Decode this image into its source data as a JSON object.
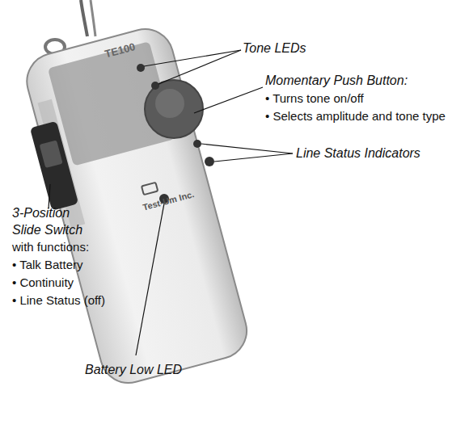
{
  "diagram": {
    "labels": [
      "Tone LEDs",
      "Momentary Push Button:",
      "• Turns tone on/off",
      "• Selects amplitude and tone type",
      "Line Status Indicators",
      "3-Position Slide Switch",
      "with functions:",
      "• Talk Battery",
      "• Continuity",
      "• Line Status (off)",
      "Battery Low LED",
      "TE100",
      "Test-Um Inc."
    ]
  }
}
